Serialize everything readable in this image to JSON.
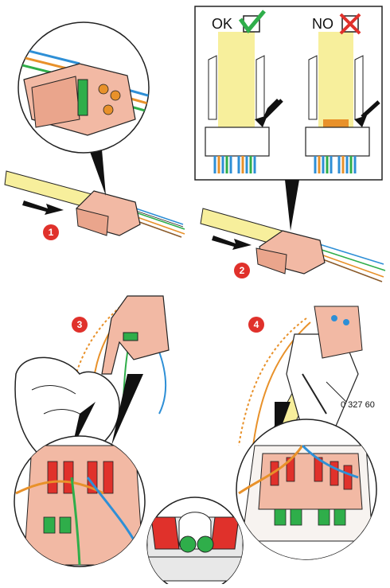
{
  "steps": [
    "1",
    "2",
    "3",
    "4"
  ],
  "panel_ok": {
    "label": "OK",
    "mark": "check-icon",
    "color": "#2fae4a"
  },
  "panel_no": {
    "label": "NO",
    "mark": "cross-icon",
    "color": "#e0312b"
  },
  "tool_reference": "0 327 60",
  "colors": {
    "connector": "#f2b9a4",
    "cable_jacket": "#f7ef9c",
    "step_badge": "#e0312b",
    "wire_blue": "#2e8fd6",
    "wire_green": "#2fae4a",
    "wire_orange": "#e8912a"
  }
}
